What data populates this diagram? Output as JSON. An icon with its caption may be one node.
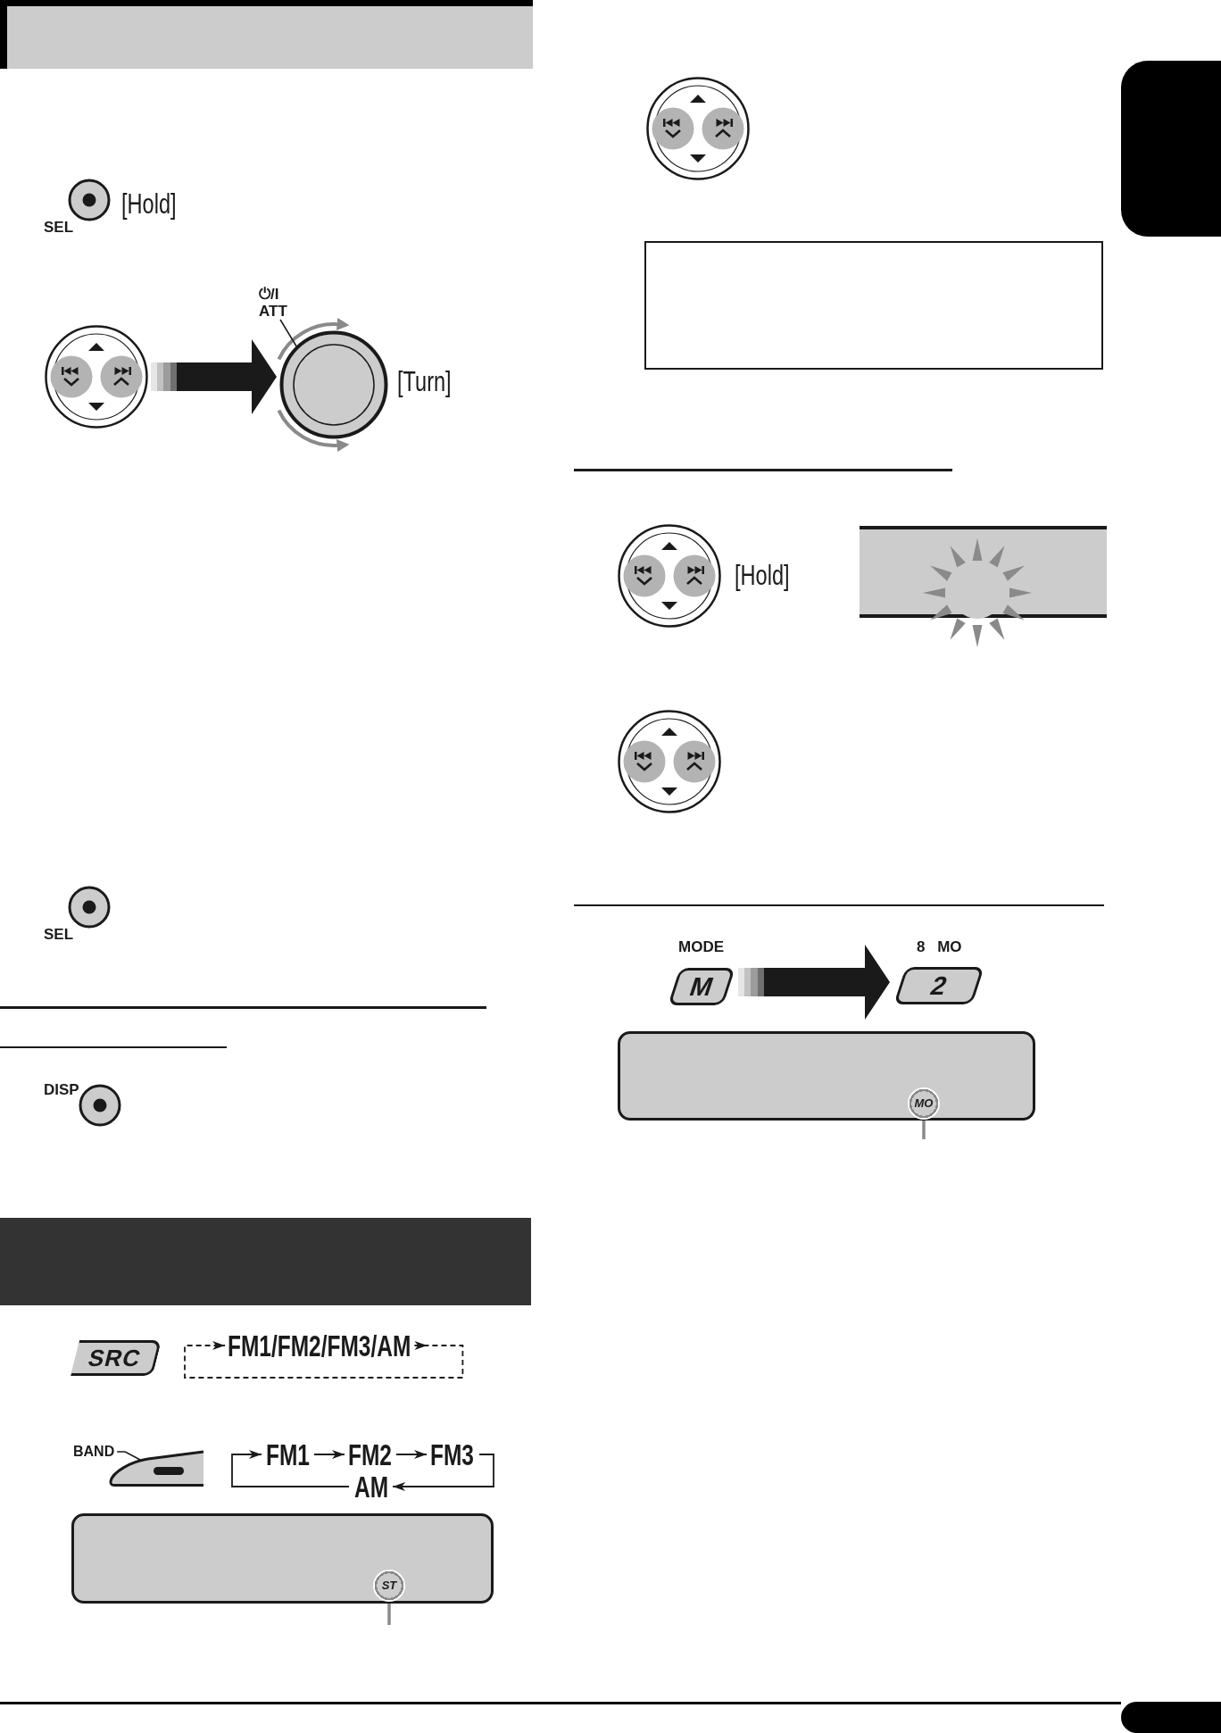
{
  "diagram": {
    "nodes": [
      {
        "text": [
          "SEL"
        ],
        "beside": [
          "[Hold]"
        ]
      },
      {
        "text": [],
        "shape": "picture"
      },
      {
        "text": [
          "⏻/I ATT"
        ]
      },
      {
        "text": [],
        "shape": "picture",
        "beside": [
          "[Turn]"
        ]
      },
      {
        "text": [
          "SEL"
        ]
      },
      {
        "text": [
          "DISP"
        ]
      },
      {
        "text": [
          "SRC"
        ]
      },
      {
        "text": [
          "FM1/FM2/FM3/AM"
        ]
      },
      {
        "text": [
          "BAND"
        ]
      },
      {
        "text": [],
        "shape": "picture"
      },
      {
        "text": [
          "FM1"
        ]
      },
      {
        "text": [
          "FM2"
        ]
      },
      {
        "text": [
          "FM3"
        ]
      },
      {
        "text": [
          "AM"
        ]
      },
      {
        "text": [],
        "shape": "box"
      },
      {
        "text": [
          "ST"
        ],
        "in": 14
      },
      {
        "text": [],
        "shape": "picture"
      },
      {
        "text": [],
        "shape": "box"
      },
      {
        "text": [],
        "shape": "picture",
        "beside": [
          "[Hold]"
        ]
      },
      {
        "text": [],
        "shape": "box"
      },
      {
        "text": [],
        "shape": "picture"
      },
      {
        "text": [
          "MODE",
          "M"
        ]
      },
      {
        "text": [
          "8 MO",
          "2"
        ]
      },
      {
        "text": [],
        "shape": "box"
      },
      {
        "text": [
          "MO"
        ],
        "in": 23
      },
      {
        "text": [],
        "shape": "box"
      }
    ],
    "edges": [
      {
        "from": 1,
        "to": 3,
        "arrow": "to",
        "style": "thick"
      },
      {
        "from": 2,
        "to": 3,
        "arrow": "none"
      },
      {
        "from": 7,
        "to": 7,
        "arrow": "to",
        "style": "dashed"
      },
      {
        "from": 8,
        "to": 9,
        "arrow": "none"
      },
      {
        "from": 10,
        "to": 11,
        "arrow": "to"
      },
      {
        "from": 11,
        "to": 12,
        "arrow": "to"
      },
      {
        "from": 12,
        "to": 13,
        "arrow": "to"
      },
      {
        "from": 13,
        "to": 10,
        "arrow": "to"
      },
      {
        "from": 15,
        "to": null,
        "arrow": "none",
        "color": "#8a8a8a"
      },
      {
        "from": 21,
        "to": 22,
        "arrow": "to",
        "style": "thick"
      },
      {
        "from": 24,
        "to": null,
        "arrow": "none",
        "color": "#8a8a8a"
      }
    ]
  }
}
